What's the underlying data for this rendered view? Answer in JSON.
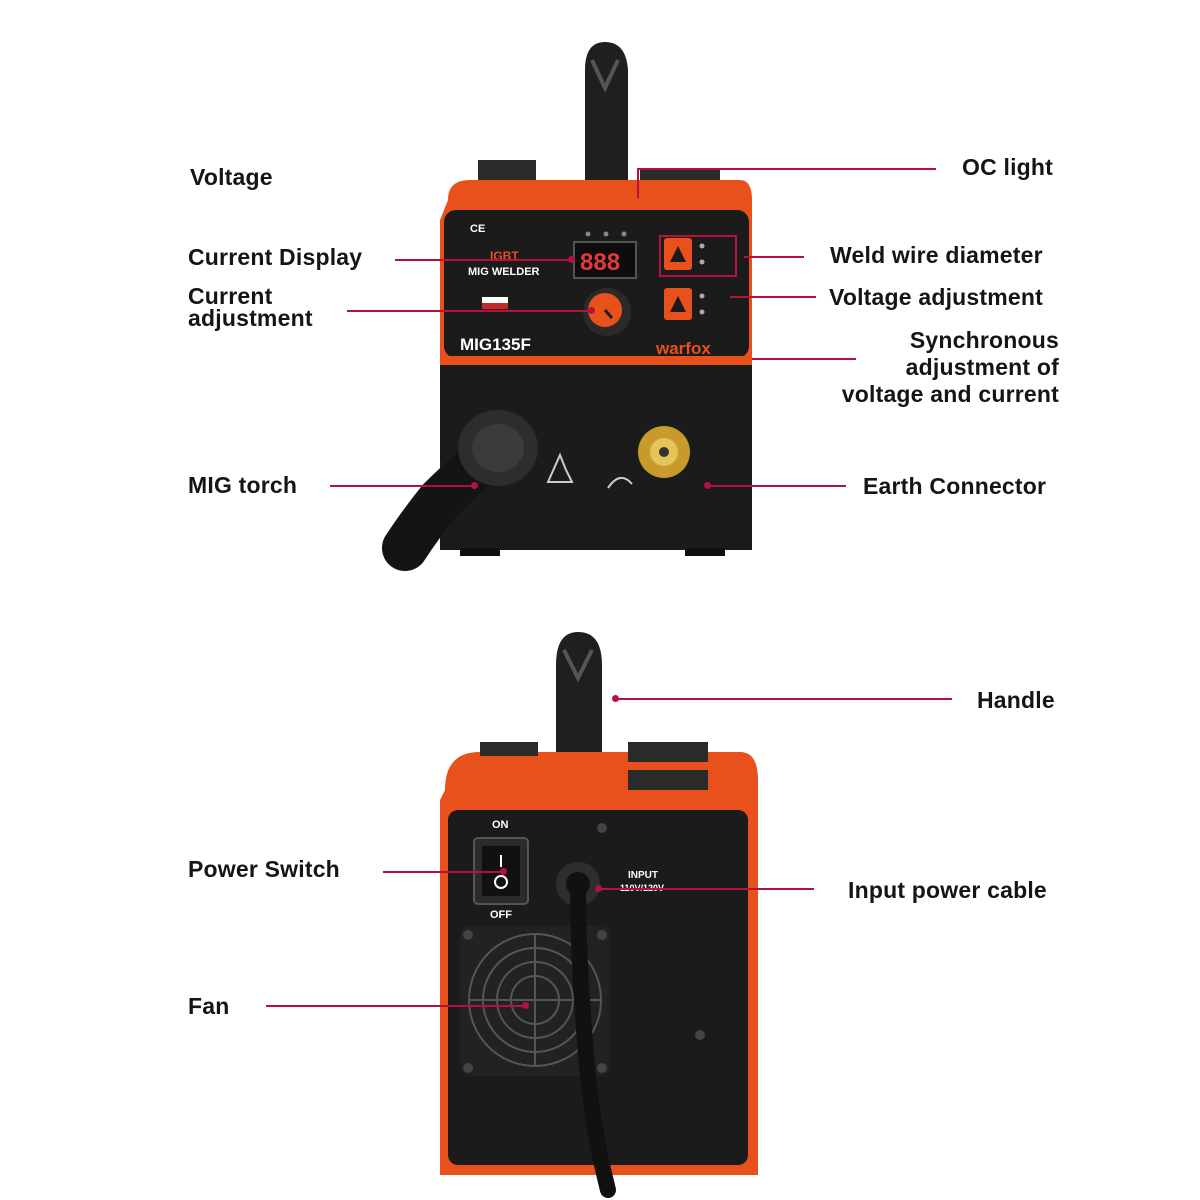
{
  "labels": {
    "voltage": "Voltage",
    "current_display": "Current Display",
    "current_adjustment": "Current\nadjustment",
    "mig_torch": "MIG torch",
    "oc_light": "OC light",
    "weld_wire_diameter": "Weld wire diameter",
    "voltage_adjustment": "Voltage adjustment",
    "synchronous_adjustment": "Synchronous\nadjustment of\nvoltage and current",
    "earth_connector": "Earth Connector",
    "handle": "Handle",
    "power_switch": "Power Switch",
    "input_power_cable": "Input power cable",
    "fan": "Fan"
  },
  "front_panel": {
    "cert_mark": "CE",
    "badge_top": "IGBT",
    "badge_bottom": "MIG WELDER",
    "display_digits": "888",
    "model": "MIG135F",
    "brand": "warfox"
  },
  "back_panel": {
    "switch_on": "ON",
    "switch_off": "OFF",
    "input_line1": "INPUT",
    "input_line2": "110V/120V"
  },
  "colors": {
    "leader": "#b3123f",
    "case_orange": "#e8501c",
    "panel_black": "#1b1b1b",
    "label_text": "#151515"
  }
}
